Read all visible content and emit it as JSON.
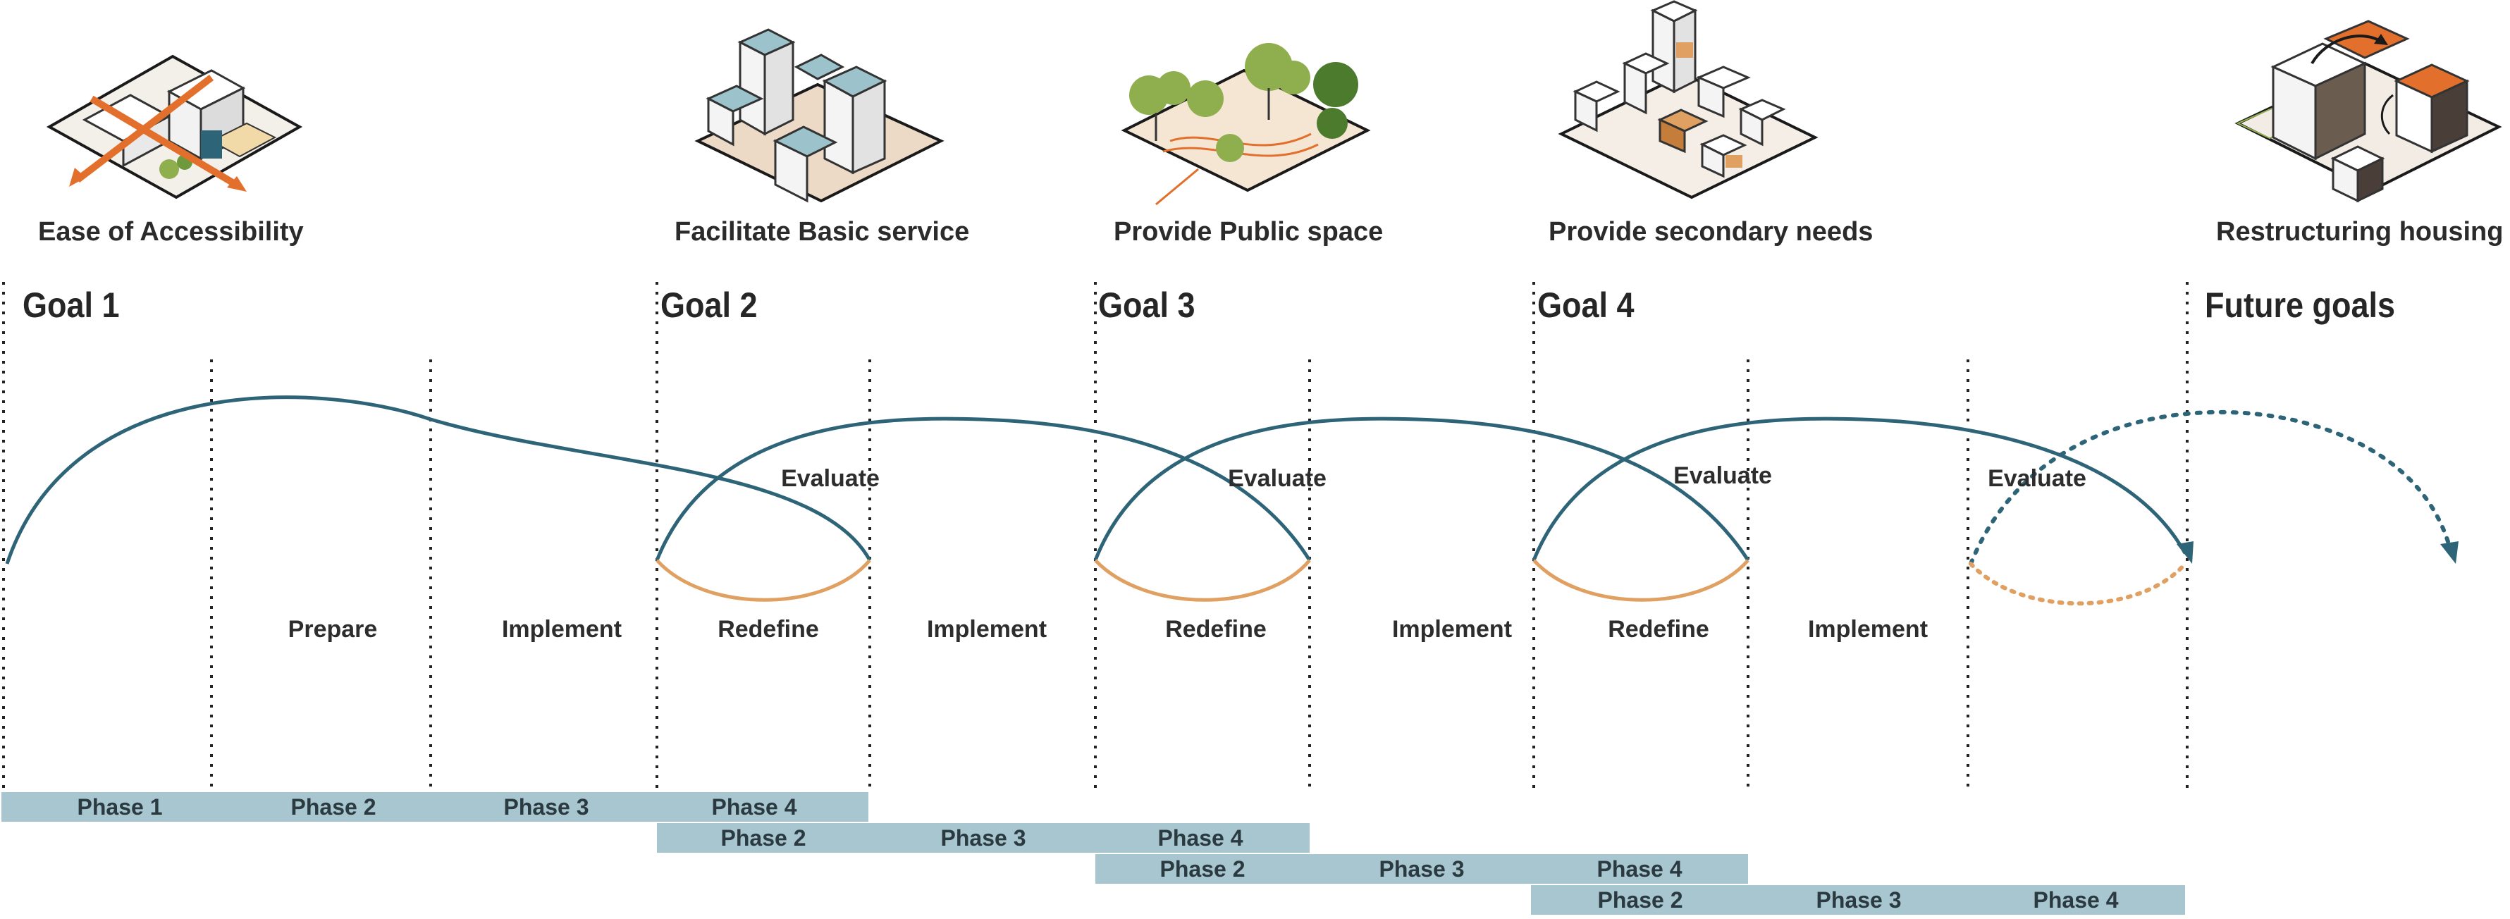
{
  "goal_captions": [
    "Ease of Accessibility",
    "Facilitate Basic service",
    "Provide Public space",
    "Provide secondary needs",
    "Restructuring housing"
  ],
  "goals": [
    "Goal 1",
    "Goal 2",
    "Goal 3",
    "Goal 4",
    "Future goals"
  ],
  "evaluate_labels": [
    "Evaluate",
    "Evaluate",
    "Evaluate",
    "Evaluate"
  ],
  "stages": [
    "Prepare",
    "Implement",
    "Redefine",
    "Implement",
    "Redefine",
    "Implement",
    "Redefine",
    "Implement"
  ],
  "phase_rows": [
    [
      "Phase 1",
      "Phase 2",
      "Phase 3",
      "Phase 4"
    ],
    [
      "Phase 2",
      "Phase 3",
      "Phase 4"
    ],
    [
      "Phase 2",
      "Phase 3",
      "Phase 4"
    ],
    [
      "Phase 2",
      "Phase 3",
      "Phase 4"
    ]
  ],
  "colors": {
    "arc": "#2e6477",
    "redefine_arc": "#e0a062",
    "phase_bar": "#a7c6cf",
    "divider": "#222222",
    "accent_orange": "#e36f2d",
    "roof_blue": "#9cc2cc",
    "tree_green": "#8fae4e"
  },
  "icons": [
    "accessibility-isometric-icon",
    "basic-service-isometric-icon",
    "public-space-isometric-icon",
    "secondary-needs-isometric-icon",
    "restructuring-housing-isometric-icon"
  ]
}
